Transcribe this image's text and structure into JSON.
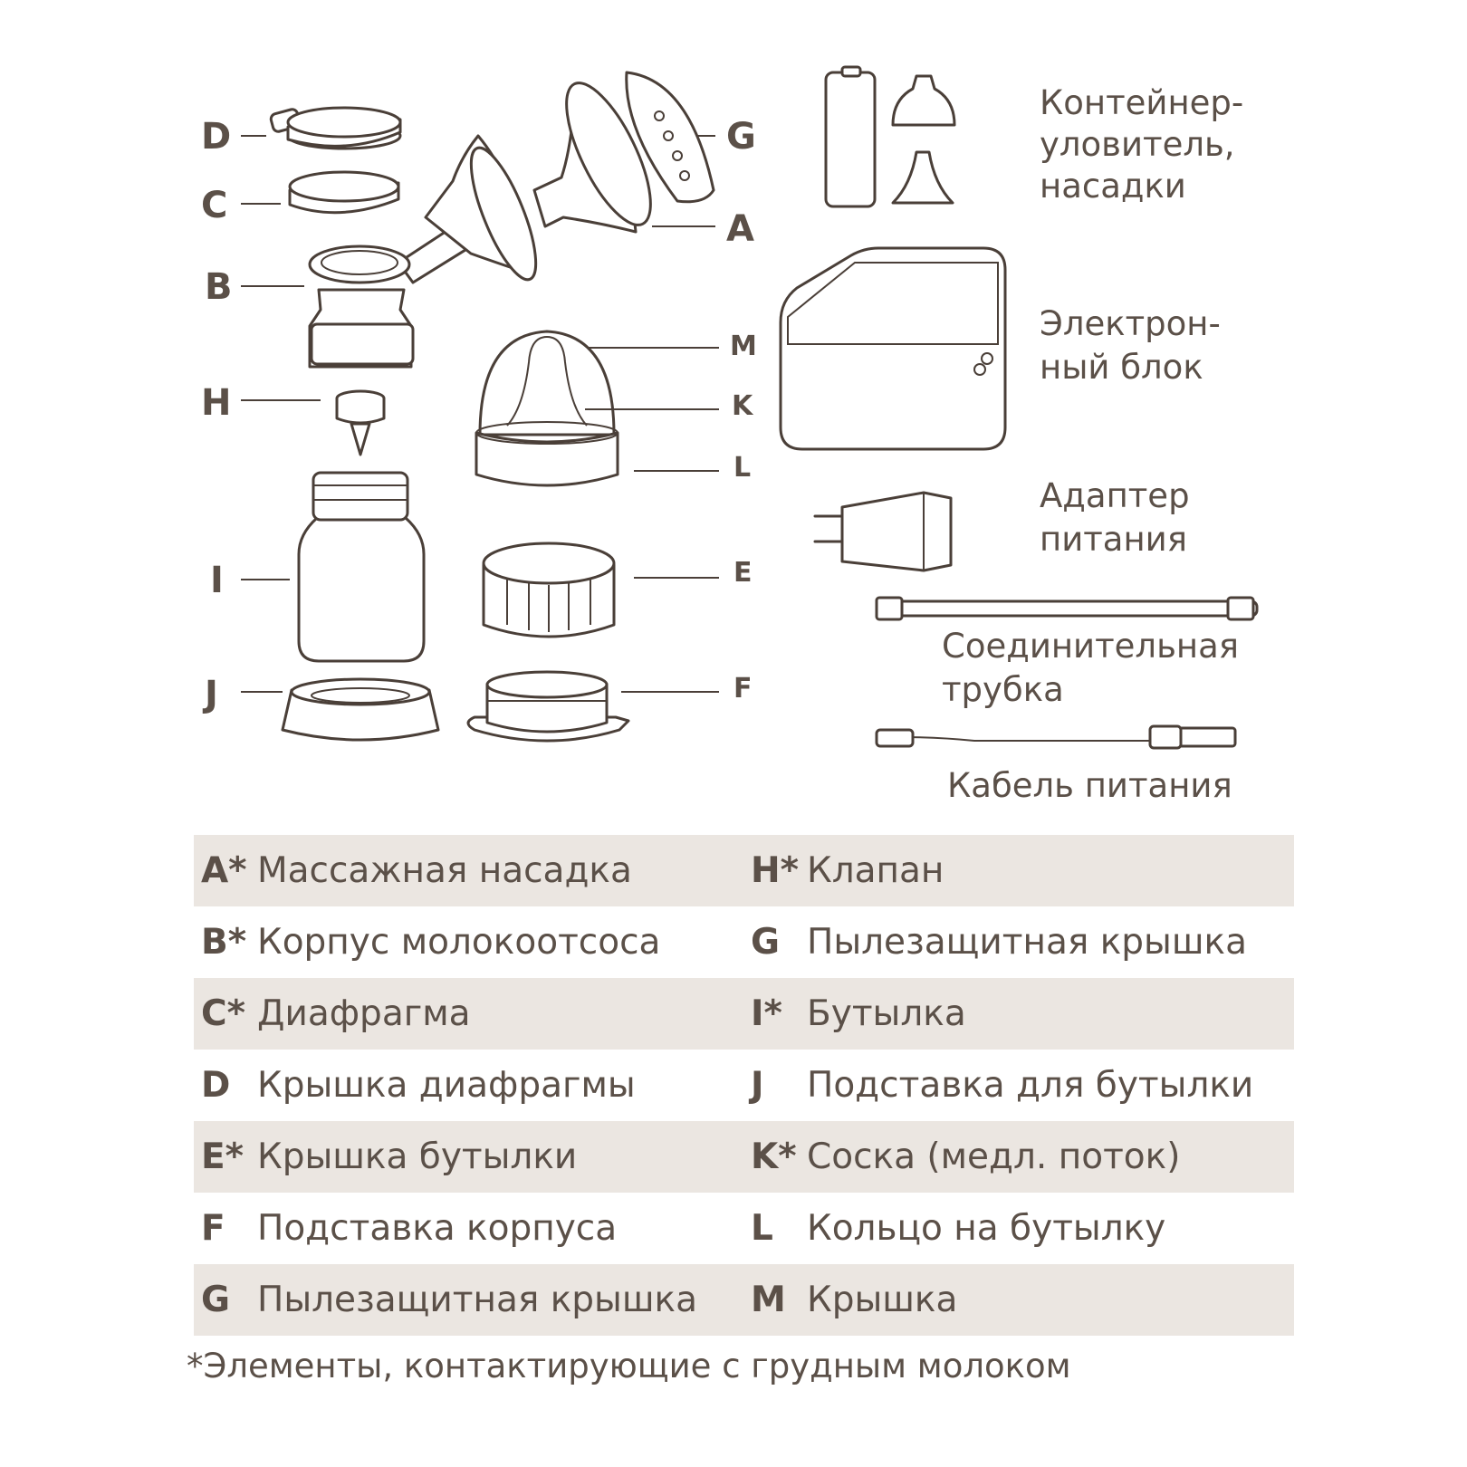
{
  "diagram": {
    "letters": [
      "D",
      "C",
      "B",
      "H",
      "I",
      "J",
      "G",
      "A",
      "M",
      "K",
      "L",
      "E",
      "F"
    ],
    "extras": {
      "container": [
        "Контейнер-",
        "уловитель,",
        "насадки"
      ],
      "electronic": [
        "Электрон-",
        "ный блок"
      ],
      "adapter": [
        "Адаптер",
        "питания"
      ],
      "tube": [
        "Соединительная",
        "трубка"
      ],
      "cable": "Кабель питания"
    }
  },
  "legend": [
    {
      "left": {
        "code": "A*",
        "name": "Массажная насадка"
      },
      "right": {
        "code": "H*",
        "name": "Клапан"
      }
    },
    {
      "left": {
        "code": "B*",
        "name": "Корпус молокоотсоса"
      },
      "right": {
        "code": "G",
        "name": "Пылезащитная крышка"
      }
    },
    {
      "left": {
        "code": "C*",
        "name": "Диафрагма"
      },
      "right": {
        "code": "I*",
        "name": "Бутылка"
      }
    },
    {
      "left": {
        "code": "D",
        "name": "Крышка диафрагмы"
      },
      "right": {
        "code": "J",
        "name": "Подставка для бутылки"
      }
    },
    {
      "left": {
        "code": "E*",
        "name": "Крышка бутылки"
      },
      "right": {
        "code": "K*",
        "name": "Соска (медл. поток)"
      }
    },
    {
      "left": {
        "code": "F",
        "name": "Подставка корпуса"
      },
      "right": {
        "code": "L",
        "name": "Кольцо на бутылку"
      }
    },
    {
      "left": {
        "code": "G",
        "name": "Пылезащитная крышка"
      },
      "right": {
        "code": "M",
        "name": "Крышка"
      }
    }
  ],
  "footnote": "*Элементы, контактирующие с грудным молоком",
  "colors": {
    "text": "#5b5048",
    "stroke": "#4a3f38",
    "row_shade": "#ebe6e1"
  }
}
